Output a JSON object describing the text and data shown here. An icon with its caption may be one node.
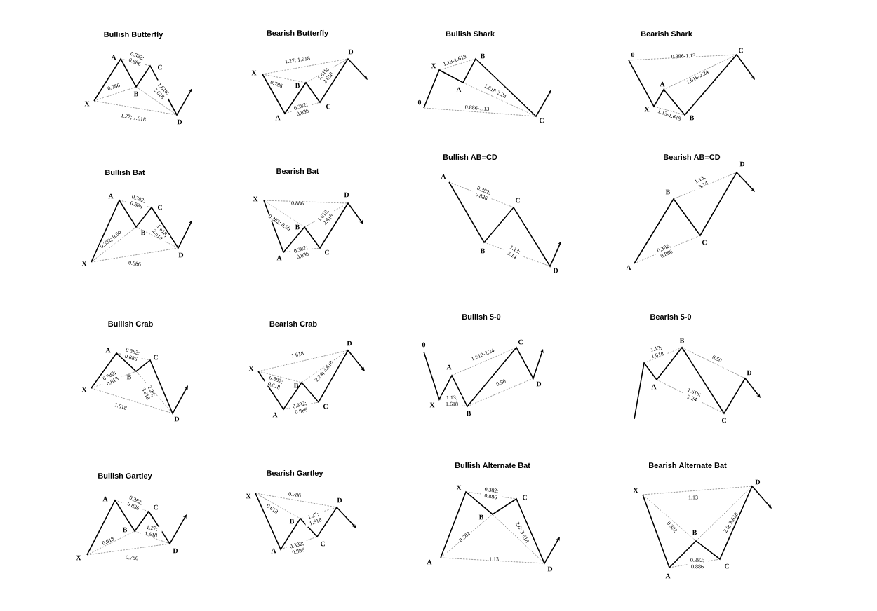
{
  "diagram": {
    "labels": [
      "Bullish Butterfly",
      "A",
      "C",
      "X",
      "B",
      "D",
      "0.382; 0.886",
      "0.786",
      "1.618; 2.618",
      "1.27; 1.618",
      "Bearish Butterfly",
      "D",
      "X",
      "B",
      "C",
      "A",
      "1.27; 1.618",
      "0.786",
      "1.618; 2.618",
      "0.382; 0.886",
      "Bullish Shark",
      "X",
      "B",
      "A",
      "0",
      "C",
      "1.13-1.618",
      "1.618-2.24",
      "0.886-1.13",
      "Bearish Shark",
      "0",
      "A",
      "X",
      "B",
      "C",
      "0.886-1.13",
      "1.618-2.24",
      "1.13-1.618",
      "Bullish Bat",
      "A",
      "C",
      "B",
      "X",
      "D",
      "0.382; 0.886",
      "0.382; 0.50",
      "1.618; 2.618",
      "0.886",
      "Bearish Bat",
      "X",
      "D",
      "B",
      "C",
      "A",
      "0.886",
      "0.382; 0.50",
      "1.618; 2.618",
      "0.382; 0.886",
      "Bullish AB=CD",
      "A",
      "C",
      "B",
      "D",
      "0.382; 0.886",
      "1.13; 3.14",
      "Bearish AB=CD",
      "D",
      "B",
      "C",
      "A",
      "1.13; 3.14",
      "0.382; 0.886",
      "Bullish Crab",
      "A",
      "C",
      "X",
      "B",
      "D",
      "0.382; 0.886",
      "0.382; 0.618",
      "2.24; 3.618",
      "1.618",
      "Bearish Crab",
      "D",
      "X",
      "B",
      "C",
      "A",
      "1.618",
      "0.382; 0.618",
      "2.24; 3.618",
      "0.382; 0.886",
      "Bullish 5-0",
      "0",
      "A",
      "C",
      "D",
      "X",
      "B",
      "1.618-2.24",
      "0.50",
      "1.13; 1.618",
      "Bearish 5-0",
      "B",
      "A",
      "D",
      "C",
      "1.13; 1.618",
      "0.50",
      "1.618; 2.24",
      "Bullish Gartley",
      "A",
      "C",
      "B",
      "X",
      "D",
      "0.382; 0.886",
      "0.618",
      "1.27; 1.618",
      "0.786",
      "Bearish Gartley",
      "X",
      "D",
      "B",
      "C",
      "A",
      "0.786",
      "0.618",
      "1.27; 1.618",
      "0.382; 0.886",
      "Bullish Alternate Bat",
      "X",
      "C",
      "B",
      "A",
      "D",
      "0.382; 0.886",
      "0.382",
      "2.0; 3.618",
      "1.13",
      "Bearish Alternate Bat",
      "D",
      "X",
      "B",
      "C",
      "A",
      "1.13",
      "0.382",
      "2.0; 3.618",
      "0.382; 0.886"
    ]
  }
}
